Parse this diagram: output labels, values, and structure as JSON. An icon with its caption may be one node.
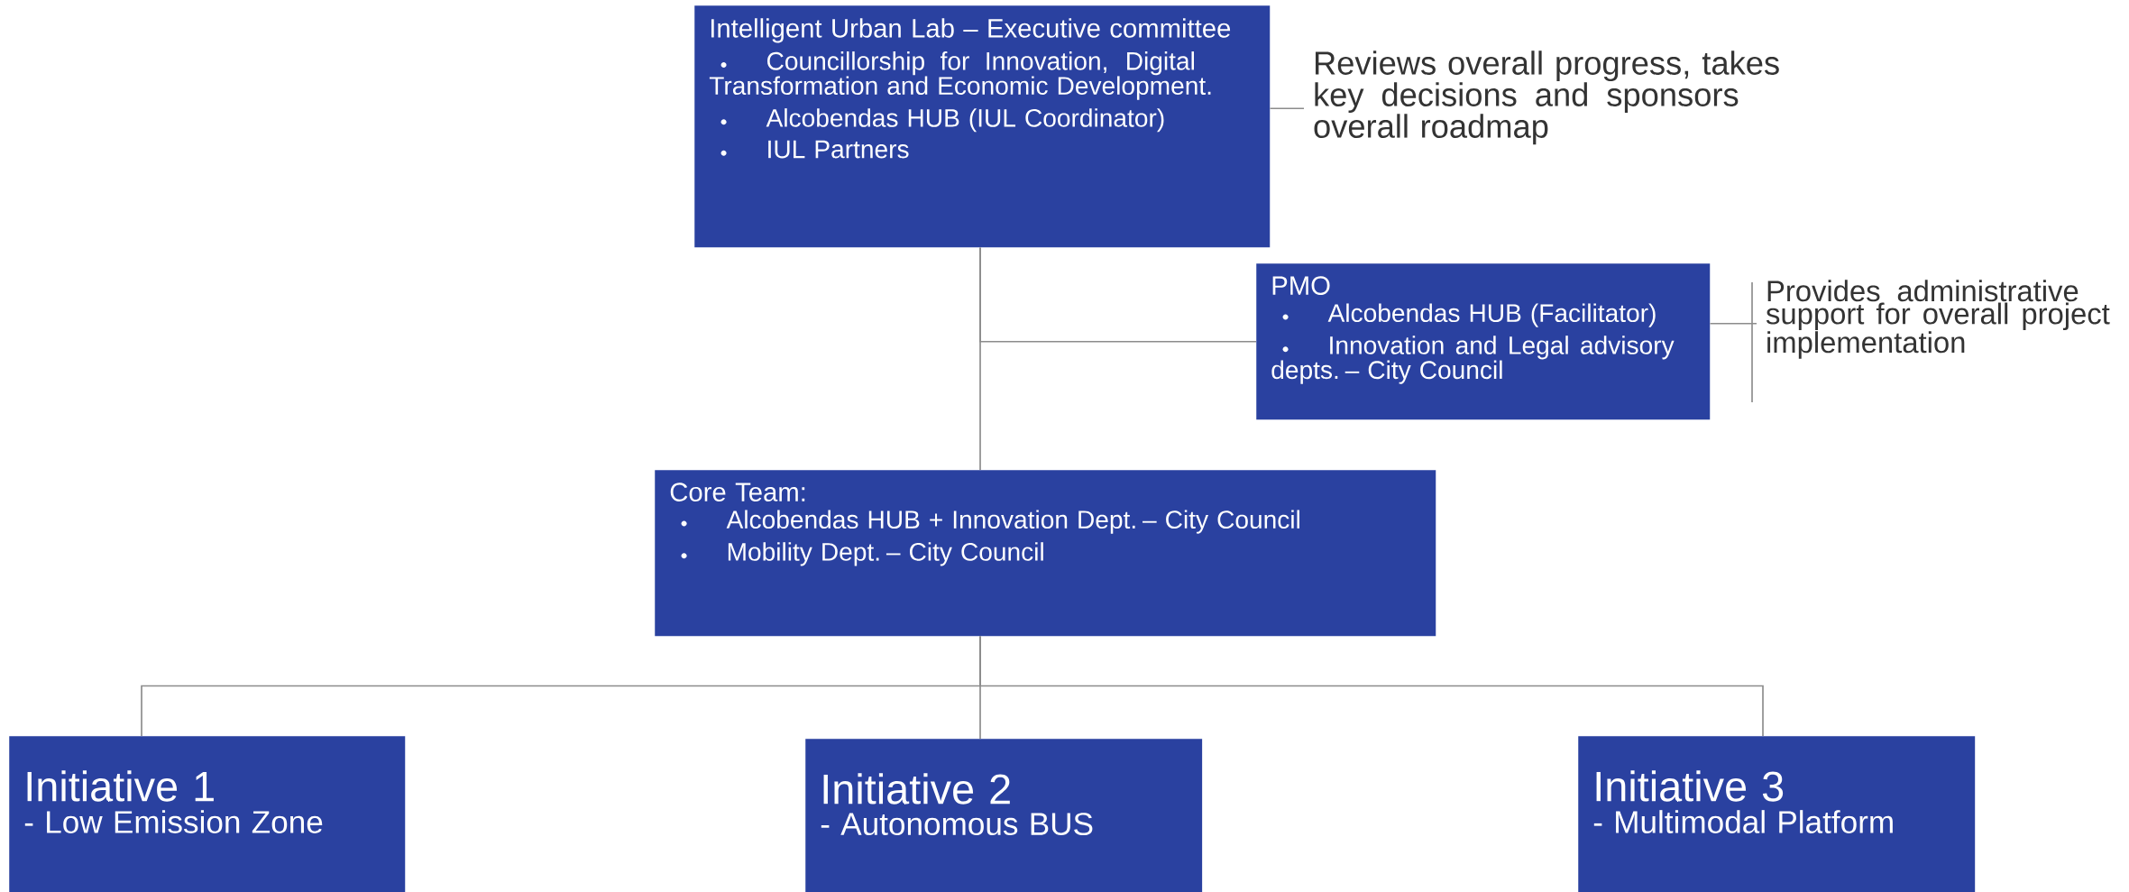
{
  "diagram": {
    "nodes": [
      {
        "text": [
          "Intelligent Urban Lab – Executive committee",
          "Councillorship for Innovation, Digital Transformation and Economic Development.",
          "Alcobendas HUB (IUL Coordinator)",
          "IUL Partners"
        ]
      },
      {
        "text": [
          "Reviews overall progress, takes key decisions and sponsors overall roadmap"
        ]
      },
      {
        "text": [
          "PMO",
          "Alcobendas HUB (Facilitator)",
          "Innovation and Legal advisory depts.  – City Council"
        ]
      },
      {
        "text": [
          "Provides administrative support for overall project implementation"
        ]
      },
      {
        "text": [
          "Core Team:",
          "Alcobendas HUB + Innovation Dept. – City Council",
          "Mobility Dept. – City Council"
        ]
      },
      {
        "text": [
          "Initiative 1",
          "- Low Emission Zone"
        ]
      },
      {
        "text": [
          "Initiative 2",
          "- Autonomous BUS"
        ]
      },
      {
        "text": [
          "Initiative 3",
          "- Multimodal Platform"
        ]
      }
    ],
    "edges": [
      {
        "from": 0,
        "to": 1,
        "arrow": "none"
      },
      {
        "from": 0,
        "to": 2,
        "arrow": "none"
      },
      {
        "from": 2,
        "to": 3,
        "arrow": "none"
      },
      {
        "from": 0,
        "to": 4,
        "arrow": "none"
      },
      {
        "from": 4,
        "to": 5,
        "arrow": "none"
      },
      {
        "from": 4,
        "to": 6,
        "arrow": "none"
      },
      {
        "from": 4,
        "to": 7,
        "arrow": "none"
      }
    ]
  }
}
